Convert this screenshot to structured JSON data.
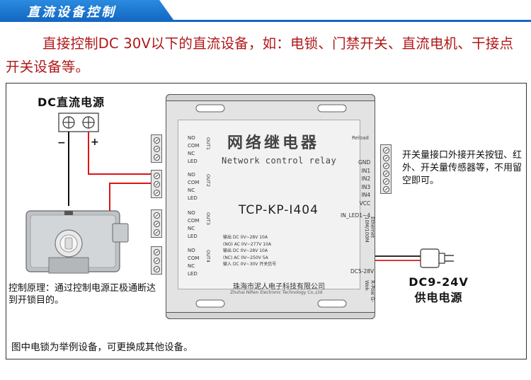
{
  "header": {
    "title": "直流设备控制"
  },
  "description": "直接控制DC 30V以下的直流设备，如：电锁、门禁开关、直流电机、干接点开关设备等。",
  "diagram": {
    "dc_power_label": "DC直流电源",
    "minus_sign": "−",
    "plus_sign": "+",
    "control_principle": "控制原理：通过控制电源正极通断达到开锁目的。",
    "bottom_note": "图中电锁为举例设备，可更换成其他设备。",
    "switch_input_note": "开关量接口外接开关按钮、红外、开关量传感器等，不用留空即可。",
    "power_supply_label_1": "DC9-24V",
    "power_supply_label_2": "供电电源"
  },
  "device": {
    "name_cn": "网络继电器",
    "name_en": "Network control relay",
    "model": "TCP-KP-I404",
    "reload": "Reload",
    "inputs": [
      "GND",
      "IN1",
      "IN2",
      "IN3",
      "IN4",
      "VCC"
    ],
    "in_led": "IN_LED1~4",
    "ethernet": "Ethernet 10M/100M",
    "dc_input": "DC5-28V",
    "power_label": "R-Pow G-Wok",
    "company_cn": "珠海市泥人电子科技有限公司",
    "company_en": "Zhuhai NiRen Electronic Technology Co.,Ltd",
    "spec_rows": [
      "输出 DC 0V~28V  10A",
      "(NO) AC 0V~277V 10A",
      "输出 DC 0V~28V  10A",
      "(NC) AC 0V~250V 5A",
      "输入 DC 0V~30V 开关信号"
    ],
    "relay_terminals": [
      "NO",
      "COM",
      "NC",
      "LED"
    ],
    "relay_outputs": [
      "OUT1",
      "OUT2",
      "OUT3",
      "OUT4"
    ]
  },
  "colors": {
    "banner": "#1469c4",
    "desc_text": "#b01818",
    "wire_red": "#e01414",
    "wire_black": "#111111"
  }
}
